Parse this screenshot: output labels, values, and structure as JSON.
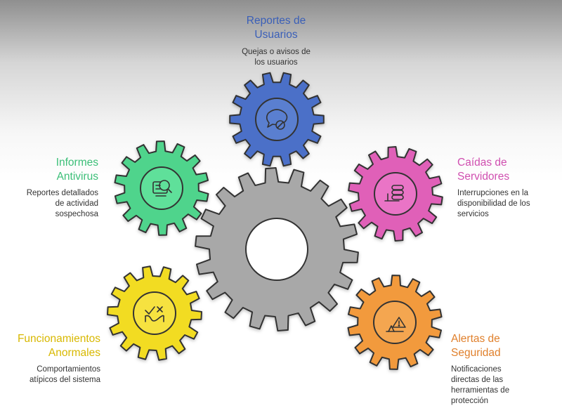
{
  "colors": {
    "blue": "#4b6fc8",
    "green": "#4fd48c",
    "pink": "#e060b8",
    "yellow": "#f2dc22",
    "orange": "#f29a3e",
    "gray": "#a8a8a8",
    "title_blue": "#3a5fb8",
    "title_green": "#3cbf78",
    "title_pink": "#d04fb0",
    "title_yellow": "#d8b800",
    "title_orange": "#e0802c"
  },
  "items": {
    "user_reports": {
      "title": "Reportes de\nUsuarios",
      "description": "Quejas o avisos de\nlos usuarios",
      "icon": "speech-bubble-blocked-icon"
    },
    "antivirus_reports": {
      "title": "Informes\nAntivirus",
      "description": "Reportes detallados\nde actividad\nsospechosa",
      "icon": "bug-scan-icon"
    },
    "server_outages": {
      "title": "Caídas de\nServidores",
      "description": "Interrupciones en la\ndisponibilidad de los\nservicios",
      "icon": "server-stack-icon"
    },
    "abnormal_behavior": {
      "title": "Funcionamientos\nAnormales",
      "description": "Comportamientos\natípicos del sistema",
      "icon": "anomaly-check-icon"
    },
    "security_alerts": {
      "title": "Alertas de\nSeguridad",
      "description": "Notificaciones\ndirectas de las\nherramientas de\nprotección",
      "icon": "warning-triangle-icon"
    }
  }
}
